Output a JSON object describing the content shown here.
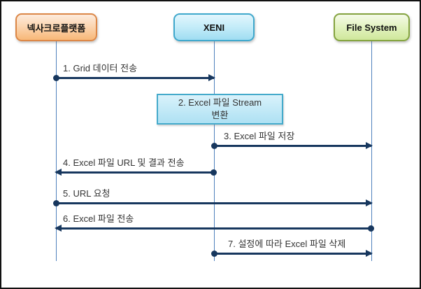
{
  "actors": [
    {
      "id": "nexacro",
      "label": "넥사크로플랫폼",
      "fill": "#F8B878",
      "border": "#DC8747"
    },
    {
      "id": "xeni",
      "label": "XENI",
      "fill": "#9FDDF2",
      "border": "#3FA8CC"
    },
    {
      "id": "filesystem",
      "label": "File System",
      "fill": "#CFE79B",
      "border": "#84A33F"
    }
  ],
  "messages": [
    {
      "num": "1",
      "label": "1. Grid 데이터 전송",
      "from": "넥사크로플랫폼",
      "to": "XENI",
      "arrow": "right"
    },
    {
      "num": "2",
      "type": "process",
      "on": "XENI",
      "label": "2. Excel 파일 Stream 변환",
      "lines": [
        "2. Excel 파일 Stream",
        "변환"
      ]
    },
    {
      "num": "3",
      "label": "3. Excel 파일 저장",
      "from": "XENI",
      "to": "File System",
      "arrow": "right"
    },
    {
      "num": "4",
      "label": "4. Excel 파일 URL 및 결과 전송",
      "from": "XENI",
      "to": "넥사크로플랫폼",
      "arrow": "left"
    },
    {
      "num": "5",
      "label": "5. URL 요청",
      "from": "넥사크로플랫폼",
      "to": "File System",
      "arrow": "right"
    },
    {
      "num": "6",
      "label": "6. Excel 파일 전송",
      "from": "File System",
      "to": "넥사크로플랫폼",
      "arrow": "left"
    },
    {
      "num": "7",
      "label": "7. 설정에 따라 Excel 파일 삭제",
      "from": "XENI",
      "to": "File System",
      "arrow": "right"
    }
  ],
  "colors": {
    "message_arrow": "#17375E",
    "lifeline": "#4F81BD",
    "background": "#FFFFFF",
    "frame_border": "#000000"
  }
}
